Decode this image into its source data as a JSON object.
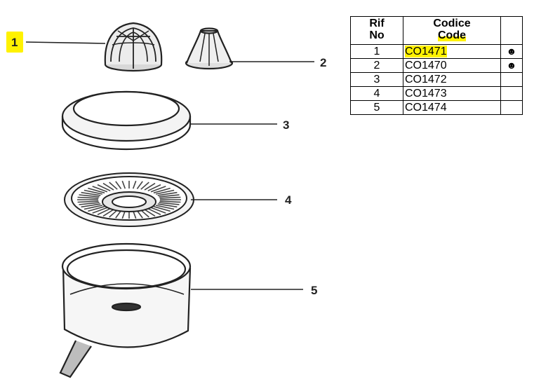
{
  "colors": {
    "highlight": "#fff200",
    "line": "#222222"
  },
  "callouts": [
    {
      "label": "1",
      "highlighted": true
    },
    {
      "label": "2",
      "highlighted": false
    },
    {
      "label": "3",
      "highlighted": false
    },
    {
      "label": "4",
      "highlighted": false
    },
    {
      "label": "5",
      "highlighted": false
    }
  ],
  "table": {
    "headers": {
      "rif_line1": "Rif",
      "rif_line2": "No",
      "code_line1": "Codice",
      "code_line2": "Code"
    },
    "rows": [
      {
        "rif": "1",
        "code": "CO1471",
        "mark": "☻",
        "highlighted": true
      },
      {
        "rif": "2",
        "code": "CO1470",
        "mark": "☻",
        "highlighted": false
      },
      {
        "rif": "3",
        "code": "CO1472",
        "mark": "",
        "highlighted": false
      },
      {
        "rif": "4",
        "code": "CO1473",
        "mark": "",
        "highlighted": false
      },
      {
        "rif": "5",
        "code": "CO1474",
        "mark": "",
        "highlighted": false
      }
    ]
  }
}
